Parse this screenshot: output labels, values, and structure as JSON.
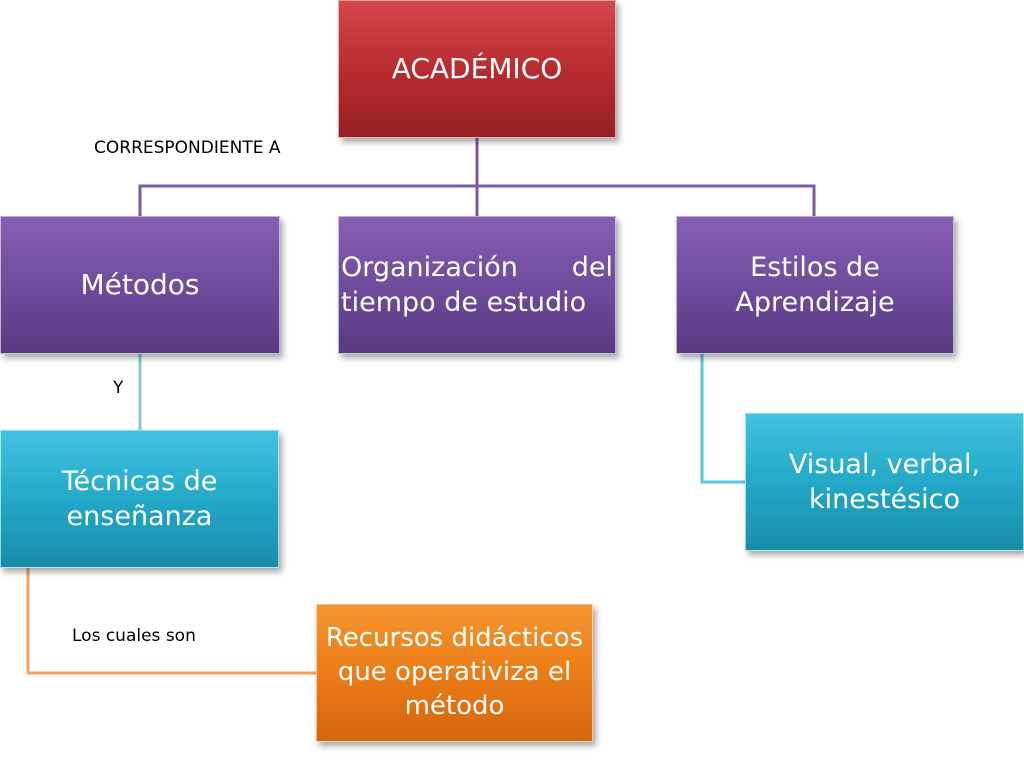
{
  "nodes": {
    "academico": "ACADÉMICO",
    "metodos": "Métodos",
    "organizacion": "Organización del tiempo de estudio",
    "estilos": "Estilos de Aprendizaje",
    "tecnicas": "Técnicas de enseñanza",
    "visual": "Visual, verbal, kinestésico",
    "recursos": "Recursos didácticos que operativiza el método"
  },
  "labels": {
    "correspondiente": "CORRESPONDIENTE A",
    "y": "Y",
    "los_cuales": "Los cuales  son"
  },
  "colors": {
    "root": "#b52a2e",
    "level1": "#6d4a9a",
    "level2": "#22a6c6",
    "level3": "#ea7a16"
  }
}
